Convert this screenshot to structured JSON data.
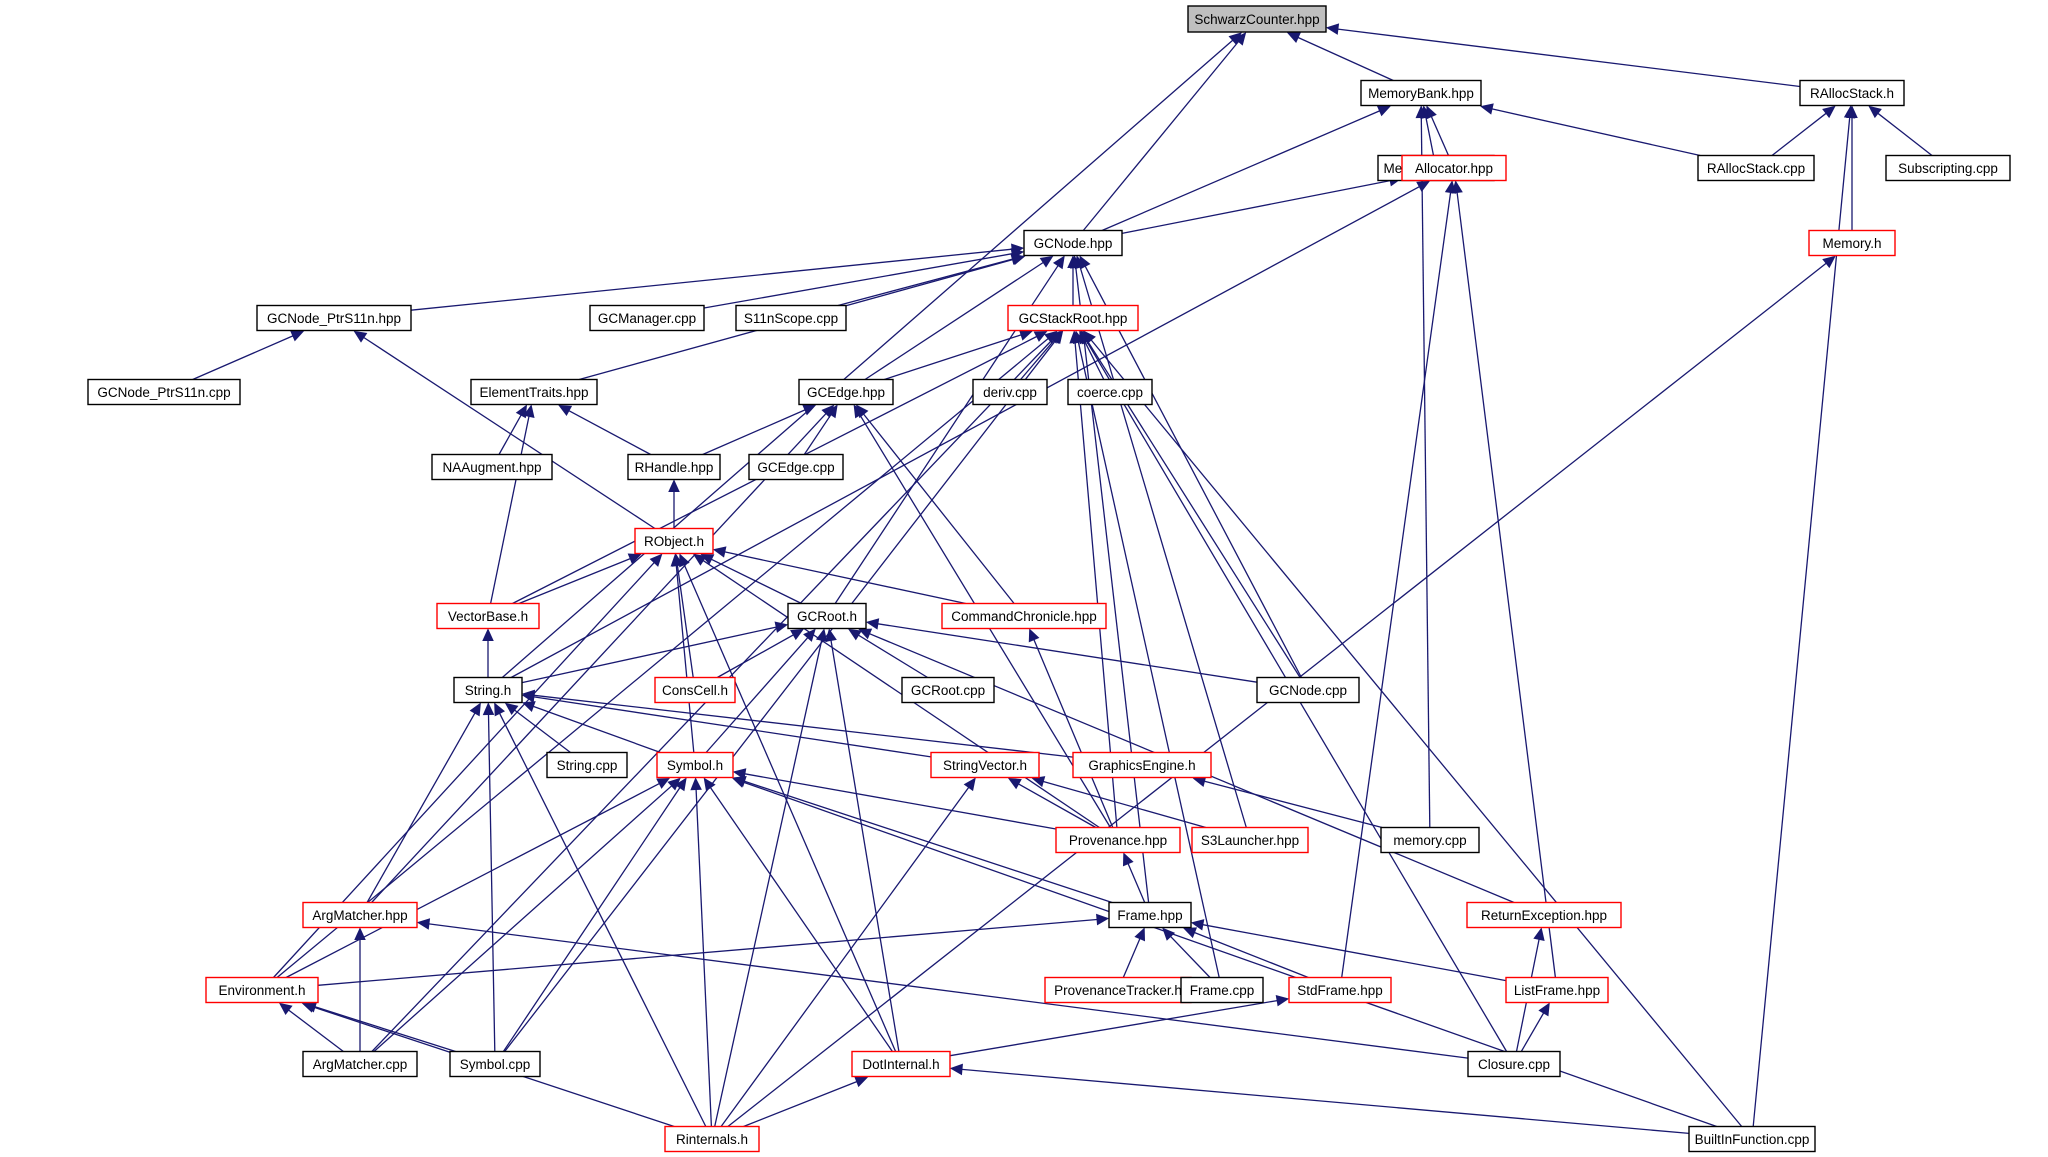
{
  "colors": {
    "edge": "#191970",
    "border_normal": "#000000",
    "border_truncated": "#ff0000",
    "root_fill": "#bfbfbf",
    "node_fill": "#ffffff"
  },
  "nodes": [
    {
      "id": "SchwarzCounter",
      "label": "SchwarzCounter.hpp",
      "style": "root"
    },
    {
      "id": "MemoryBank",
      "label": "MemoryBank.hpp",
      "style": "normal"
    },
    {
      "id": "RAllocStack",
      "label": "RAllocStack.h",
      "style": "normal"
    },
    {
      "id": "MemoryBankCpp",
      "label": "MemoryBank.cpp",
      "style": "normal"
    },
    {
      "id": "Allocator",
      "label": "Allocator.hpp",
      "style": "truncated"
    },
    {
      "id": "RAllocStackCpp",
      "label": "RAllocStack.cpp",
      "style": "normal"
    },
    {
      "id": "SubscriptingCpp",
      "label": "Subscripting.cpp",
      "style": "normal"
    },
    {
      "id": "MemoryH",
      "label": "Memory.h",
      "style": "truncated"
    },
    {
      "id": "GCNode",
      "label": "GCNode.hpp",
      "style": "normal"
    },
    {
      "id": "GCNodePtrS11n",
      "label": "GCNode_PtrS11n.hpp",
      "style": "normal"
    },
    {
      "id": "GCManagerCpp",
      "label": "GCManager.cpp",
      "style": "normal"
    },
    {
      "id": "S11nScopeCpp",
      "label": "S11nScope.cpp",
      "style": "normal"
    },
    {
      "id": "GCStackRoot",
      "label": "GCStackRoot.hpp",
      "style": "truncated"
    },
    {
      "id": "GCNodePtrS11nCpp",
      "label": "GCNode_PtrS11n.cpp",
      "style": "normal"
    },
    {
      "id": "ElementTraits",
      "label": "ElementTraits.hpp",
      "style": "normal"
    },
    {
      "id": "GCEdge",
      "label": "GCEdge.hpp",
      "style": "normal"
    },
    {
      "id": "DerivCpp",
      "label": "deriv.cpp",
      "style": "normal"
    },
    {
      "id": "CoerceCpp",
      "label": "coerce.cpp",
      "style": "normal"
    },
    {
      "id": "NAAugment",
      "label": "NAAugment.hpp",
      "style": "normal"
    },
    {
      "id": "RHandle",
      "label": "RHandle.hpp",
      "style": "normal"
    },
    {
      "id": "GCEdgeCpp",
      "label": "GCEdge.cpp",
      "style": "normal"
    },
    {
      "id": "RObject",
      "label": "RObject.h",
      "style": "truncated"
    },
    {
      "id": "VectorBase",
      "label": "VectorBase.h",
      "style": "truncated"
    },
    {
      "id": "GCRoot",
      "label": "GCRoot.h",
      "style": "normal"
    },
    {
      "id": "CommandChronicle",
      "label": "CommandChronicle.hpp",
      "style": "truncated"
    },
    {
      "id": "StringH",
      "label": "String.h",
      "style": "normal"
    },
    {
      "id": "ConsCell",
      "label": "ConsCell.h",
      "style": "truncated"
    },
    {
      "id": "GCRootCpp",
      "label": "GCRoot.cpp",
      "style": "normal"
    },
    {
      "id": "GCNodeCpp",
      "label": "GCNode.cpp",
      "style": "normal"
    },
    {
      "id": "StringCpp",
      "label": "String.cpp",
      "style": "normal"
    },
    {
      "id": "SymbolH",
      "label": "Symbol.h",
      "style": "truncated"
    },
    {
      "id": "StringVector",
      "label": "StringVector.h",
      "style": "truncated"
    },
    {
      "id": "GraphicsEngine",
      "label": "GraphicsEngine.h",
      "style": "truncated"
    },
    {
      "id": "Provenance",
      "label": "Provenance.hpp",
      "style": "truncated"
    },
    {
      "id": "S3Launcher",
      "label": "S3Launcher.hpp",
      "style": "truncated"
    },
    {
      "id": "MemoryCpp",
      "label": "memory.cpp",
      "style": "normal"
    },
    {
      "id": "ArgMatcher",
      "label": "ArgMatcher.hpp",
      "style": "truncated"
    },
    {
      "id": "Frame",
      "label": "Frame.hpp",
      "style": "normal"
    },
    {
      "id": "ReturnException",
      "label": "ReturnException.hpp",
      "style": "truncated"
    },
    {
      "id": "Environment",
      "label": "Environment.h",
      "style": "truncated"
    },
    {
      "id": "ProvenanceTracker",
      "label": "ProvenanceTracker.h",
      "style": "truncated"
    },
    {
      "id": "FrameCpp",
      "label": "Frame.cpp",
      "style": "normal"
    },
    {
      "id": "StdFrame",
      "label": "StdFrame.hpp",
      "style": "truncated"
    },
    {
      "id": "ListFrame",
      "label": "ListFrame.hpp",
      "style": "truncated"
    },
    {
      "id": "ArgMatcherCpp",
      "label": "ArgMatcher.cpp",
      "style": "normal"
    },
    {
      "id": "SymbolCpp",
      "label": "Symbol.cpp",
      "style": "normal"
    },
    {
      "id": "DotInternal",
      "label": "DotInternal.h",
      "style": "truncated"
    },
    {
      "id": "ClosureCpp",
      "label": "Closure.cpp",
      "style": "normal"
    },
    {
      "id": "Rinternals",
      "label": "Rinternals.h",
      "style": "truncated"
    },
    {
      "id": "BuiltInFunctionCpp",
      "label": "BuiltInFunction.cpp",
      "style": "normal"
    }
  ],
  "edges": [
    {
      "from": "MemoryBank",
      "to": "SchwarzCounter"
    },
    {
      "from": "RAllocStack",
      "to": "SchwarzCounter"
    },
    {
      "from": "GCNode",
      "to": "SchwarzCounter"
    },
    {
      "from": "StringH",
      "to": "SchwarzCounter"
    },
    {
      "from": "MemoryBankCpp",
      "to": "MemoryBank"
    },
    {
      "from": "Allocator",
      "to": "MemoryBank"
    },
    {
      "from": "GCNode",
      "to": "MemoryBank"
    },
    {
      "from": "RAllocStackCpp",
      "to": "MemoryBank"
    },
    {
      "from": "MemoryCpp",
      "to": "MemoryBank"
    },
    {
      "from": "RAllocStackCpp",
      "to": "RAllocStack"
    },
    {
      "from": "SubscriptingCpp",
      "to": "RAllocStack"
    },
    {
      "from": "MemoryH",
      "to": "RAllocStack"
    },
    {
      "from": "BuiltInFunctionCpp",
      "to": "RAllocStack"
    },
    {
      "from": "GCNode",
      "to": "Allocator"
    },
    {
      "from": "StringH",
      "to": "Allocator"
    },
    {
      "from": "StdFrame",
      "to": "Allocator"
    },
    {
      "from": "ListFrame",
      "to": "Allocator"
    },
    {
      "from": "Rinternals",
      "to": "MemoryH"
    },
    {
      "from": "GCNodePtrS11n",
      "to": "GCNode"
    },
    {
      "from": "GCManagerCpp",
      "to": "GCNode"
    },
    {
      "from": "S11nScopeCpp",
      "to": "GCNode"
    },
    {
      "from": "GCStackRoot",
      "to": "GCNode"
    },
    {
      "from": "ElementTraits",
      "to": "GCNode"
    },
    {
      "from": "GCEdge",
      "to": "GCNode"
    },
    {
      "from": "GCRoot",
      "to": "GCNode"
    },
    {
      "from": "GCNodeCpp",
      "to": "GCNode"
    },
    {
      "from": "S3Launcher",
      "to": "GCNode"
    },
    {
      "from": "Frame",
      "to": "GCNode"
    },
    {
      "from": "GCNodePtrS11nCpp",
      "to": "GCNodePtrS11n"
    },
    {
      "from": "RObject",
      "to": "GCNodePtrS11n"
    },
    {
      "from": "GCEdge",
      "to": "GCStackRoot"
    },
    {
      "from": "DerivCpp",
      "to": "GCStackRoot"
    },
    {
      "from": "CoerceCpp",
      "to": "GCStackRoot"
    },
    {
      "from": "VectorBase",
      "to": "GCStackRoot"
    },
    {
      "from": "Environment",
      "to": "GCStackRoot"
    },
    {
      "from": "ArgMatcherCpp",
      "to": "GCStackRoot"
    },
    {
      "from": "SymbolCpp",
      "to": "GCStackRoot"
    },
    {
      "from": "GCNodeCpp",
      "to": "GCStackRoot"
    },
    {
      "from": "Provenance",
      "to": "GCStackRoot"
    },
    {
      "from": "FrameCpp",
      "to": "GCStackRoot"
    },
    {
      "from": "ClosureCpp",
      "to": "GCStackRoot"
    },
    {
      "from": "BuiltInFunctionCpp",
      "to": "GCStackRoot"
    },
    {
      "from": "NAAugment",
      "to": "ElementTraits"
    },
    {
      "from": "RHandle",
      "to": "ElementTraits"
    },
    {
      "from": "VectorBase",
      "to": "ElementTraits"
    },
    {
      "from": "RHandle",
      "to": "GCEdge"
    },
    {
      "from": "GCEdgeCpp",
      "to": "GCEdge"
    },
    {
      "from": "ArgMatcher",
      "to": "GCEdge"
    },
    {
      "from": "CommandChronicle",
      "to": "GCEdge"
    },
    {
      "from": "Provenance",
      "to": "GCEdge"
    },
    {
      "from": "RObject",
      "to": "RHandle"
    },
    {
      "from": "VectorBase",
      "to": "RObject"
    },
    {
      "from": "GCRoot",
      "to": "RObject"
    },
    {
      "from": "ConsCell",
      "to": "RObject"
    },
    {
      "from": "CommandChronicle",
      "to": "RObject"
    },
    {
      "from": "SymbolH",
      "to": "RObject"
    },
    {
      "from": "DotInternal",
      "to": "RObject"
    },
    {
      "from": "Environment",
      "to": "RObject"
    },
    {
      "from": "Provenance",
      "to": "RObject"
    },
    {
      "from": "StringH",
      "to": "VectorBase"
    },
    {
      "from": "StringH",
      "to": "GCRoot"
    },
    {
      "from": "ConsCell",
      "to": "GCRoot"
    },
    {
      "from": "GCRootCpp",
      "to": "GCRoot"
    },
    {
      "from": "GCNodeCpp",
      "to": "GCRoot"
    },
    {
      "from": "SymbolH",
      "to": "GCRoot"
    },
    {
      "from": "Rinternals",
      "to": "GCRoot"
    },
    {
      "from": "DotInternal",
      "to": "GCRoot"
    },
    {
      "from": "ReturnException",
      "to": "GCRoot"
    },
    {
      "from": "Provenance",
      "to": "CommandChronicle"
    },
    {
      "from": "StringCpp",
      "to": "StringH"
    },
    {
      "from": "SymbolH",
      "to": "StringH"
    },
    {
      "from": "StringVector",
      "to": "StringH"
    },
    {
      "from": "GraphicsEngine",
      "to": "StringH"
    },
    {
      "from": "ArgMatcher",
      "to": "StringH"
    },
    {
      "from": "SymbolCpp",
      "to": "StringH"
    },
    {
      "from": "Rinternals",
      "to": "StringH"
    },
    {
      "from": "Provenance",
      "to": "SymbolH"
    },
    {
      "from": "Frame",
      "to": "SymbolH"
    },
    {
      "from": "Environment",
      "to": "SymbolH"
    },
    {
      "from": "ArgMatcherCpp",
      "to": "SymbolH"
    },
    {
      "from": "SymbolCpp",
      "to": "SymbolH"
    },
    {
      "from": "DotInternal",
      "to": "SymbolH"
    },
    {
      "from": "Rinternals",
      "to": "SymbolH"
    },
    {
      "from": "BuiltInFunctionCpp",
      "to": "SymbolH"
    },
    {
      "from": "Provenance",
      "to": "StringVector"
    },
    {
      "from": "S3Launcher",
      "to": "StringVector"
    },
    {
      "from": "Rinternals",
      "to": "StringVector"
    },
    {
      "from": "MemoryCpp",
      "to": "GraphicsEngine"
    },
    {
      "from": "Frame",
      "to": "Provenance"
    },
    {
      "from": "ArgMatcherCpp",
      "to": "ArgMatcher"
    },
    {
      "from": "ClosureCpp",
      "to": "ArgMatcher"
    },
    {
      "from": "Environment",
      "to": "Frame"
    },
    {
      "from": "ProvenanceTracker",
      "to": "Frame"
    },
    {
      "from": "FrameCpp",
      "to": "Frame"
    },
    {
      "from": "StdFrame",
      "to": "Frame"
    },
    {
      "from": "ListFrame",
      "to": "Frame"
    },
    {
      "from": "ClosureCpp",
      "to": "ReturnException"
    },
    {
      "from": "ArgMatcherCpp",
      "to": "Environment"
    },
    {
      "from": "SymbolCpp",
      "to": "Environment"
    },
    {
      "from": "Rinternals",
      "to": "Environment"
    },
    {
      "from": "DotInternal",
      "to": "StdFrame"
    },
    {
      "from": "ClosureCpp",
      "to": "ListFrame"
    },
    {
      "from": "Rinternals",
      "to": "DotInternal"
    },
    {
      "from": "BuiltInFunctionCpp",
      "to": "DotInternal"
    }
  ]
}
